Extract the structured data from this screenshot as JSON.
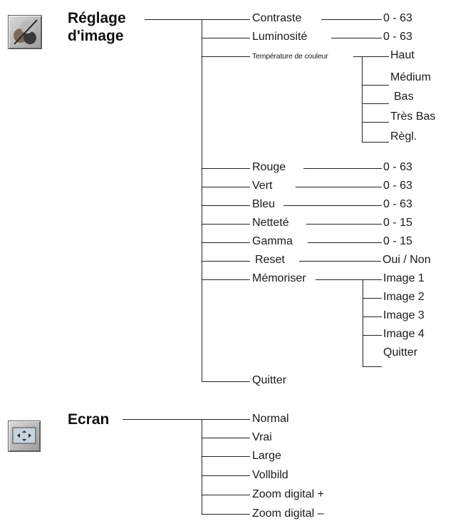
{
  "image_menu": {
    "title_line1": "Réglage",
    "title_line2": "d'image",
    "icon": "picture-adjust-icon",
    "items": [
      {
        "label": "Contraste",
        "value": "0 - 63"
      },
      {
        "label": "Luminosité",
        "value": "0 - 63"
      },
      {
        "label": "Température de couleur",
        "options": [
          "Haut",
          "Médium",
          "Bas",
          "Très Bas",
          "Règl."
        ]
      },
      {
        "label": "Rouge",
        "value": "0 - 63"
      },
      {
        "label": "Vert",
        "value": "0 - 63"
      },
      {
        "label": "Bleu",
        "value": "0 - 63"
      },
      {
        "label": "Netteté",
        "value": "0 - 15"
      },
      {
        "label": "Gamma",
        "value": "0 - 15"
      },
      {
        "label": "Reset",
        "value": "Oui / Non"
      },
      {
        "label": "Mémoriser",
        "options": [
          "Image 1",
          "Image 2",
          "Image 3",
          "Image 4",
          "Quitter"
        ]
      },
      {
        "label": "Quitter"
      }
    ]
  },
  "screen_menu": {
    "title": "Ecran",
    "icon": "screen-size-icon",
    "items": [
      "Normal",
      "Vrai",
      "Large",
      "Vollbild",
      "Zoom digital +",
      "Zoom digital –"
    ]
  }
}
